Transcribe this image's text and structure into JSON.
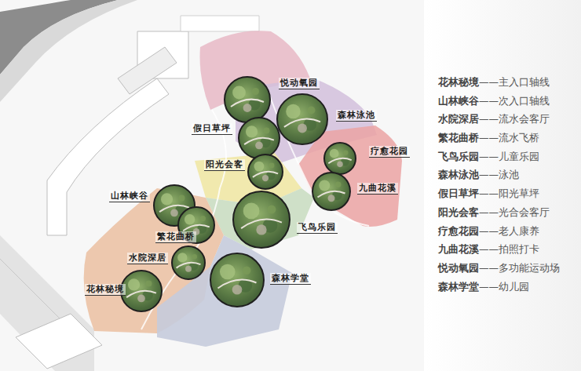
{
  "diagram": {
    "nodes": [
      {
        "text": [
          "悦动氧园"
        ]
      },
      {
        "text": [
          "森林泳池"
        ]
      },
      {
        "text": [
          "假日草坪"
        ]
      },
      {
        "text": [
          "疗愈花园"
        ]
      },
      {
        "text": [
          "阳光会客"
        ]
      },
      {
        "text": [
          "九曲花溪"
        ]
      },
      {
        "text": [
          "山林峡谷"
        ]
      },
      {
        "text": [
          "飞鸟乐园"
        ]
      },
      {
        "text": [
          "繁花曲桥"
        ]
      },
      {
        "text": [
          "水院深居"
        ]
      },
      {
        "text": [
          "森林学堂"
        ]
      },
      {
        "text": [
          "花林秘境"
        ]
      }
    ],
    "labels": [
      "花林秘境",
      "——主入口轴线",
      "山林峡谷",
      "——次入口轴线",
      "水院深居",
      "——流水会客厅",
      "繁花曲桥",
      "——流水飞桥",
      "飞鸟乐园",
      "——儿童乐园",
      "森林泳池",
      "——泳池",
      "假日草坪",
      "——阳光草坪",
      "阳光会客",
      "——光合会客厅",
      "疗愈花园",
      "——老人康养",
      "九曲花溪",
      "——拍照打卡",
      "悦动氧园",
      "——多功能运动场",
      "森林学堂",
      "——幼儿园"
    ]
  }
}
